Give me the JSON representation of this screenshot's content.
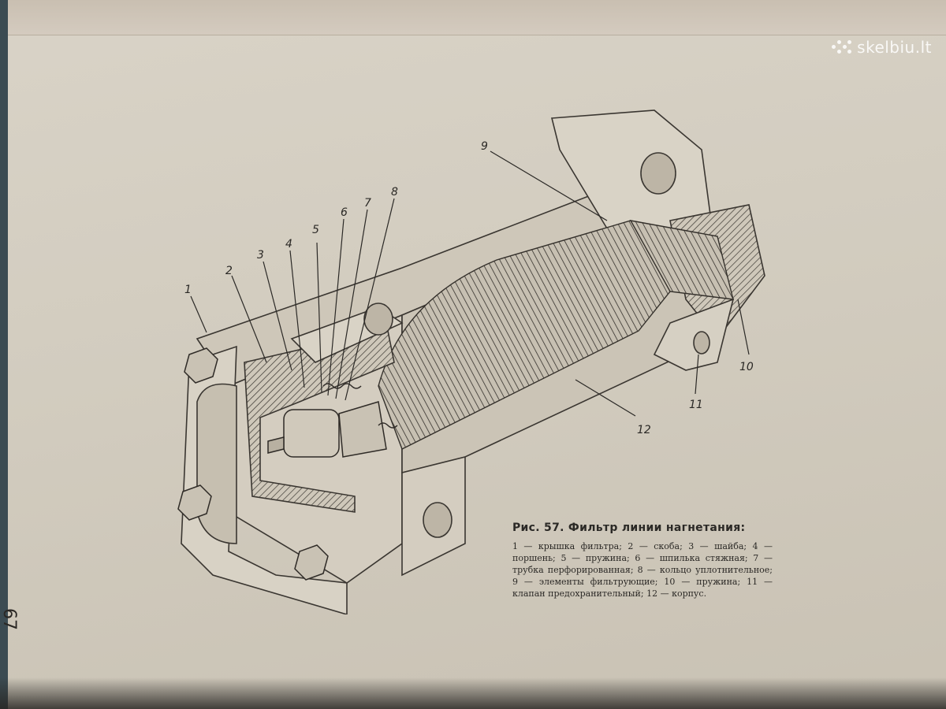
{
  "watermark": {
    "text": "skelbiu.lt"
  },
  "page": {
    "number": "67"
  },
  "figure": {
    "title": "Рис. 57. Фильтр линии нагнетания:",
    "legend": "1 — крышка фильтра; 2 — скоба; 3 — шайба; 4 — поршень; 5 — пружина; 6 — шпилька стяжная; 7 — трубка перфорированная; 8 — кольцо уплотнительное; 9 — элементы фильтрующие; 10 — пружина; 11 — клапан предохранительный; 12 — корпус.",
    "callouts": [
      "1",
      "2",
      "3",
      "4",
      "5",
      "6",
      "7",
      "8",
      "9",
      "10",
      "11",
      "12"
    ]
  },
  "colors": {
    "paper": "#d2ccbf",
    "ink": "#2b2926"
  }
}
